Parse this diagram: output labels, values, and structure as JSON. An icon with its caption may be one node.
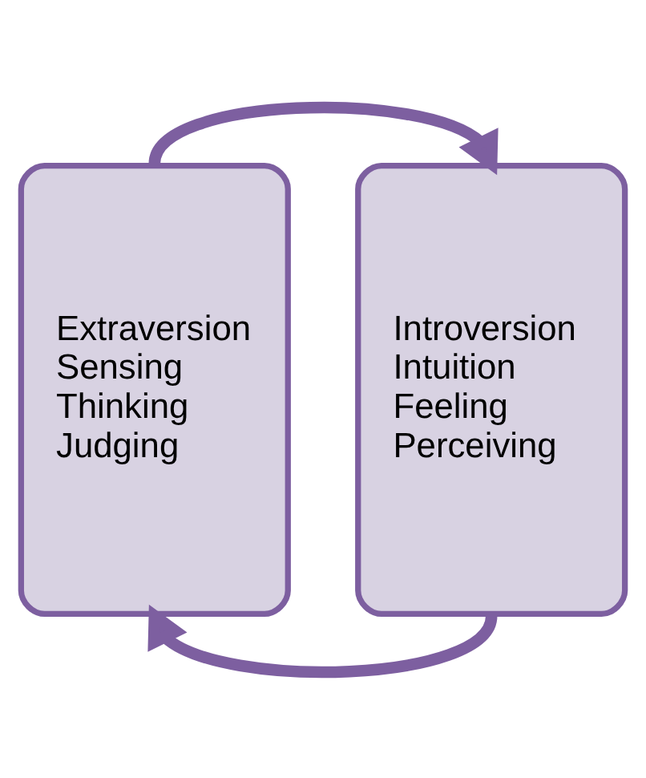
{
  "diagram": {
    "nodes": [
      {
        "text": [
          "Extraversion",
          "Sensing",
          "Thinking",
          "Judging"
        ]
      },
      {
        "text": [
          "Introversion",
          "Intuition",
          "Feeling",
          "Perceiving"
        ]
      }
    ],
    "edges": [
      {
        "from": 0,
        "to": 1,
        "arrow": "to"
      },
      {
        "from": 1,
        "to": 0,
        "arrow": "to"
      }
    ]
  }
}
